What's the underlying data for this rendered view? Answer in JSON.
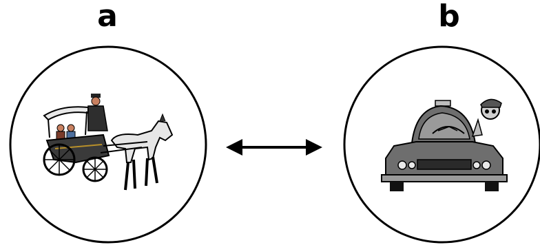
{
  "panels": [
    {
      "label": "a",
      "illustration": "horse-drawn-carriage-icon"
    },
    {
      "label": "b",
      "illustration": "taxi-car-icon"
    }
  ],
  "connector": {
    "type": "bidirectional-arrow"
  },
  "colors": {
    "outline": "#000000",
    "background": "#ffffff",
    "carriage_body": "#3a3a3a",
    "horse": "#e6e6e6",
    "car_body": "#6e6e6e",
    "car_grille": "#2a2a2a"
  }
}
